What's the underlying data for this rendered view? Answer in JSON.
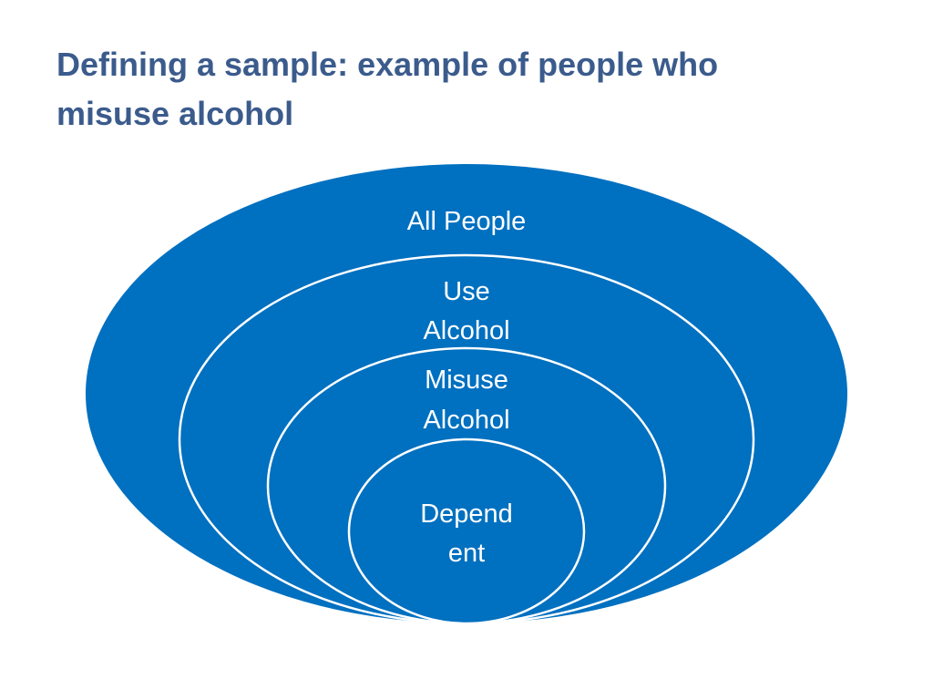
{
  "title": {
    "line1": "Defining a sample: example of people who",
    "line2": "misuse alcohol"
  },
  "colors": {
    "title": "#3b5b8c",
    "fill": "#0070c0",
    "stroke": "#ffffff",
    "text": "#ffffff"
  },
  "diagram": {
    "outer": {
      "label": "All People"
    },
    "use": {
      "line1": "Use",
      "line2": "Alcohol"
    },
    "misuse": {
      "line1": "Misuse",
      "line2": "Alcohol"
    },
    "dependent": {
      "line1": "Depend",
      "line2": "ent"
    }
  }
}
